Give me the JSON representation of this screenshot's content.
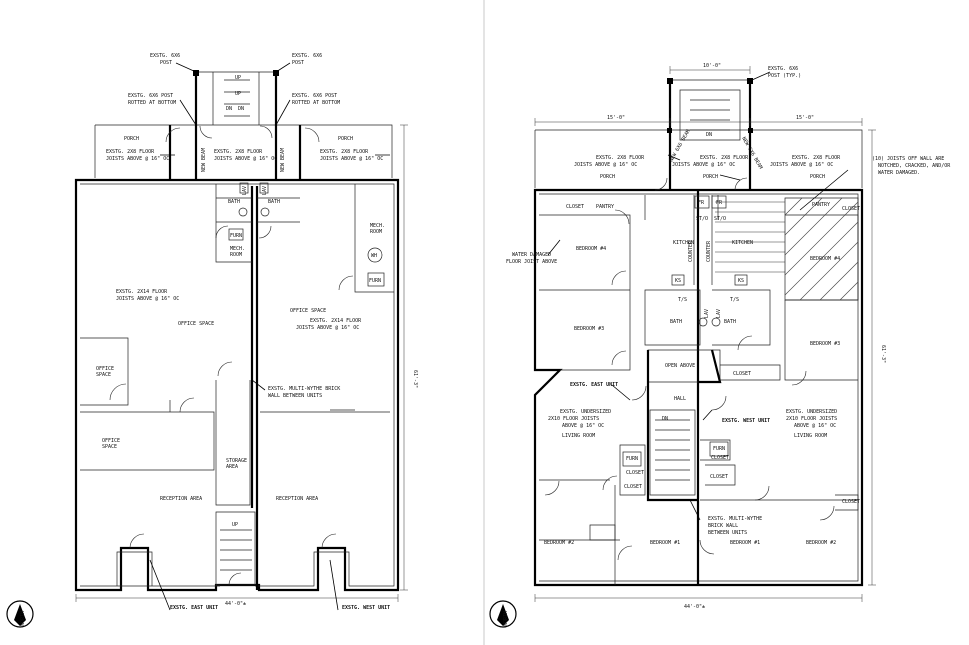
{
  "left_plan": {
    "notes": {
      "post_left": [
        "EXSTG. 6X6",
        "POST"
      ],
      "post_right": [
        "EXSTG. 6X6",
        "POST"
      ],
      "post_rot_left": [
        "EXSTG. 6X6 POST",
        "ROTTED AT BOTTOM"
      ],
      "post_rot_right": [
        "EXSTG. 6X6 POST",
        "ROTTED AT BOTTOM"
      ],
      "porch_floor_left": [
        "EXSTG. 2X8 FLOOR",
        "JOISTS ABOVE @ 16\" OC"
      ],
      "porch_floor_mid": [
        "EXSTG. 2X8 FLOOR",
        "JOISTS ABOVE @ 16\" OC"
      ],
      "porch_floor_right": [
        "EXSTG. 2X8 FLOOR",
        "JOISTS ABOVE @ 16\" OC"
      ],
      "office_floor_left": [
        "EXSTG. 2X14 FLOOR",
        "JOISTS ABOVE @ 16\" OC"
      ],
      "office_floor_right": [
        "EXSTG. 2X14 FLOOR",
        "JOISTS ABOVE @ 16\" OC"
      ],
      "brick_wall": [
        "EXSTG. MULTI-WYTHE BRICK",
        "WALL BETWEEN UNITS"
      ],
      "east_unit": "EXSTG. EAST UNIT",
      "west_unit": "EXSTG. WEST UNIT",
      "beam_left": "NEW BEAM",
      "beam_right": "NEW BEAM"
    },
    "rooms": {
      "porch_left": "PORCH",
      "porch_right": "PORCH",
      "bath_left": "BATH",
      "bath_right": "BATH",
      "mech_left": [
        "MECH.",
        "ROOM"
      ],
      "mech_right": [
        "MECH.",
        "ROOM"
      ],
      "office_space_left": "OFFICE SPACE",
      "office_space_right": "OFFICE SPACE",
      "office_small_1": [
        "OFFICE",
        "SPACE"
      ],
      "office_small_2": [
        "OFFICE",
        "SPACE"
      ],
      "storage": [
        "STORAGE",
        "AREA"
      ],
      "reception_left": "RECEPTION AREA",
      "reception_right": "RECEPTION AREA"
    },
    "symbols": {
      "furn_left": "FURN",
      "furn_right": "FURN",
      "wh": "WH",
      "lav_left": "LAV",
      "lav_right": "LAV",
      "up_main": "UP",
      "up_top": "UP",
      "dn_top": "DN",
      "dn_top2": "DN",
      "up_top2": "UP"
    },
    "dimensions": {
      "width": "44'-0\"±",
      "depth": "61'-3\""
    },
    "north": "NORTH"
  },
  "right_plan": {
    "notes": {
      "post_typ": [
        "EXSTG. 6X6",
        "POST (TYP.)"
      ],
      "joists_off": [
        "(10) JOISTS OFF WALL ARE",
        "NOTCHED, CRACKED, AND/OR",
        "WATER DAMAGED."
      ],
      "water_damaged": [
        "WATER DAMAGED",
        "FLOOR JOIST ABOVE"
      ],
      "porch_floor_left": [
        "EXSTG. 2X8 FLOOR",
        "JOISTS ABOVE @ 16\" OC"
      ],
      "porch_floor_mid": [
        "EXSTG. 2X8 FLOOR",
        "JOISTS ABOVE @ 16\" OC"
      ],
      "porch_floor_right": [
        "EXSTG. 2X8 FLOOR",
        "JOISTS ABOVE @ 16\" OC"
      ],
      "undersized_left": [
        "EXSTG. UNDERSIZED",
        "2X10 FLOOR JOISTS",
        "ABOVE @ 16\" OC"
      ],
      "undersized_right": [
        "EXSTG. UNDERSIZED",
        "2X10 FLOOR JOISTS",
        "ABOVE @ 16\" OC"
      ],
      "east_unit": "EXSTG. EAST UNIT",
      "west_unit": "EXSTG. WEST UNIT",
      "brick_wall": [
        "EXSTG. MULTI-WYTHE",
        "BRICK WALL",
        "BETWEEN UNITS"
      ],
      "beam_left": "NEW 6X6 BEAM",
      "beam_right": "NEW 6X6 BEAM"
    },
    "rooms": {
      "porch_left": "PORCH",
      "porch_mid": "PORCH",
      "porch_right": "PORCH",
      "closet_1": "CLOSET",
      "closet_2": "CLOSET",
      "closet_3": "CLOSET",
      "closet_4": "CLOSET",
      "closet_5": "CLOSET",
      "closet_6": "CLOSET",
      "closet_7": "CLOSET",
      "closet_8": "CLOSET",
      "pantry_left": "PANTRY",
      "pantry_right": "PANTRY",
      "kitchen_left": "KITCHEN",
      "kitchen_right": "KITCHEN",
      "counter_left": "COUNTER",
      "counter_right": "COUNTER",
      "bedroom_4_left": "BEDROOM #4",
      "bedroom_4_right": "BEDROOM #4",
      "bedroom_3_left": "BEDROOM #3",
      "bedroom_3_right": "BEDROOM #3",
      "bedroom_2_left": "BEDROOM #2",
      "bedroom_2_right": "BEDROOM #2",
      "bedroom_1_left": "BEDROOM #1",
      "bedroom_1_right": "BEDROOM #1",
      "bath_left": "BATH",
      "bath_right": "BATH",
      "open_above": "OPEN ABOVE",
      "hall": "HALL",
      "living_left": "LIVING ROOM",
      "living_right": "LIVING ROOM"
    },
    "symbols": {
      "fr_left": "FR",
      "fr_right": "FR",
      "sto_left": "ST/O",
      "sto_right": "ST/O",
      "ks_left": "KS",
      "ks_right": "KS",
      "ts_left": "T/S",
      "ts_right": "T/S",
      "lav_left": "LAV",
      "lav_right": "LAV",
      "furn_left": "FURN",
      "furn_right": "FURN",
      "dn_hall": "DN",
      "dn_top": "DN"
    },
    "dimensions": {
      "top_stair": "10'-0\"",
      "top_left": "15'-0\"",
      "top_right": "15'-0\"",
      "width": "44'-0\"±",
      "depth": "61'-3\""
    },
    "north": "NORTH"
  }
}
